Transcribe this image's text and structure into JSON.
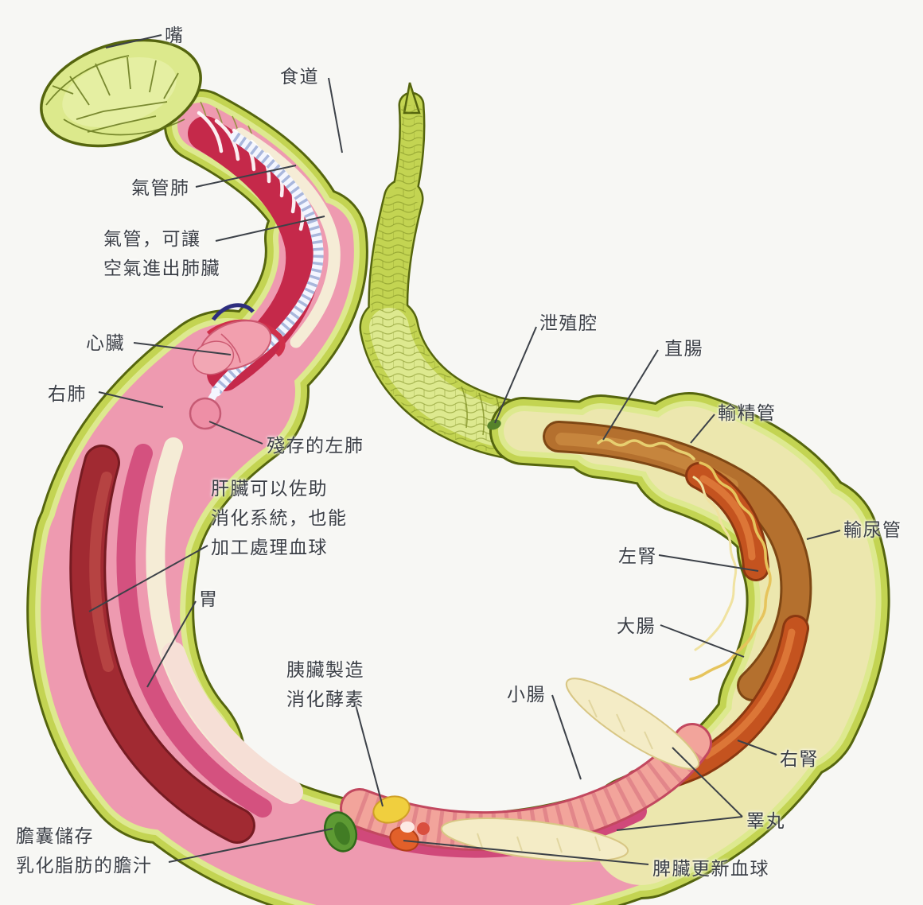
{
  "colors": {
    "skin_outline": "#55650e",
    "skin": "#c3d452",
    "skin_light": "#dde98f",
    "head": "#dce98c",
    "interior_pink": "#ee9ab0",
    "interior_yellow": "#ece7ae",
    "muscle_red": "#c5294a",
    "liver": "#a12a32",
    "deep_pink": "#d0497a",
    "cream": "#f5ecd6",
    "intestine_salmon": "#f2a49b",
    "kidney": "#c4531f",
    "gut_brown": "#b4702e",
    "testis_cream": "#f4ecc6",
    "gallbladder_green": "#5d9a33",
    "pancreas_yellow": "#f0cf3e",
    "spleen_orange": "#e2602a",
    "trachea_white": "#f4f6ff",
    "leader": "#3c4148",
    "text": "#3b3f46",
    "background": "#f7f7f4"
  },
  "labels": {
    "mouth": {
      "text": "嘴"
    },
    "esophagus": {
      "text": "食道"
    },
    "tracheal_lung": {
      "text": "氣管肺"
    },
    "trachea_note": {
      "lines": [
        "氣管，可讓",
        "空氣進出肺臟"
      ]
    },
    "heart": {
      "text": "心臟"
    },
    "right_lung": {
      "text": "右肺"
    },
    "vestigial_left_lung": {
      "text": "殘存的左肺"
    },
    "liver_note": {
      "lines": [
        "肝臟可以佐助",
        "消化系統，也能",
        "加工處理血球"
      ]
    },
    "stomach": {
      "text": "胃"
    },
    "gallbladder_note": {
      "lines": [
        "膽囊儲存",
        "乳化脂肪的膽汁"
      ]
    },
    "pancreas_note": {
      "lines": [
        "胰臟製造",
        "消化酵素"
      ]
    },
    "cloaca": {
      "text": "泄殖腔"
    },
    "rectum": {
      "text": "直腸"
    },
    "vas_deferens": {
      "text": "輸精管"
    },
    "ureter": {
      "text": "輸尿管"
    },
    "left_kidney": {
      "text": "左腎"
    },
    "large_intestine": {
      "text": "大腸"
    },
    "small_intestine": {
      "text": "小腸"
    },
    "right_kidney": {
      "text": "右腎"
    },
    "testes": {
      "text": "睪丸"
    },
    "spleen_note": {
      "text": "脾臟更新血球"
    }
  }
}
